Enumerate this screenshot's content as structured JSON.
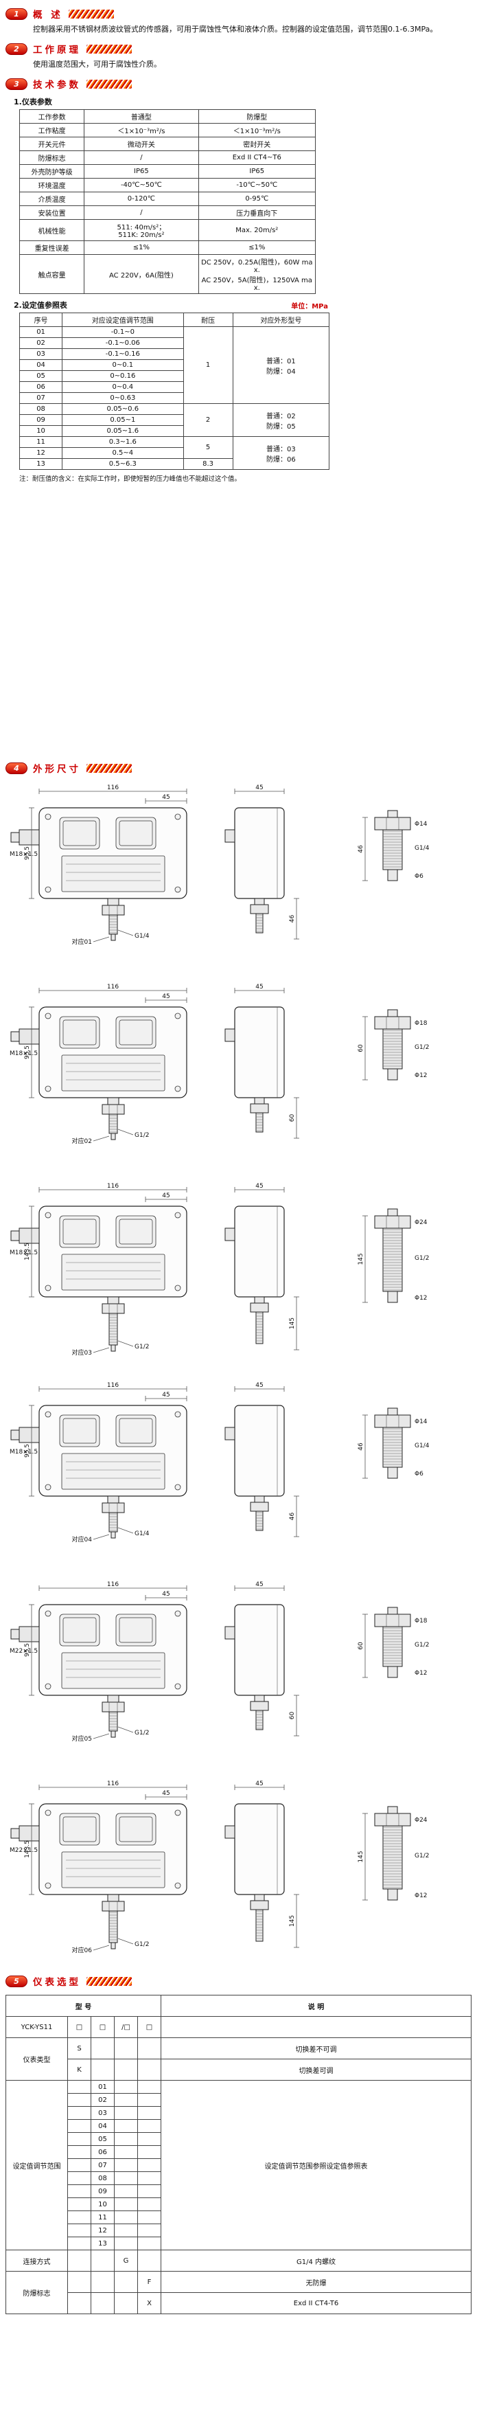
{
  "header1": {
    "num": "1",
    "title": "概  述"
  },
  "overview_text": "控制器采用不锈钢材质波纹管式的传感器，可用于腐蚀性气体和液体介质。控制器的设定值范围，调节范围0.1-6.3MPa。",
  "header2": {
    "num": "2",
    "title": "工作原理"
  },
  "principle_text": "使用温度范围大，可用于腐蚀性介质。",
  "header3": {
    "num": "3",
    "title": "技术参数"
  },
  "params": {
    "sub1": "1.仪表参数",
    "table1": {
      "headers": [
        "工作参数",
        "普通型",
        "防爆型"
      ],
      "rows": [
        [
          "工作粘度",
          "＜1×10⁻³m²/s",
          "＜1×10⁻³m²/s"
        ],
        [
          "开关元件",
          "微动开关",
          "密封开关"
        ],
        [
          "防爆标志",
          "/",
          "Exd II CT4~T6"
        ],
        [
          "外壳防护等级",
          "IP65",
          "IP65"
        ],
        [
          "环境温度",
          "-40℃~50℃",
          "-10℃~50℃"
        ],
        [
          "介质温度",
          "0-120℃",
          "0-95℃"
        ],
        [
          "安装位置",
          "/",
          "压力垂直向下"
        ],
        [
          "机械性能",
          "511: 40m/s²；\n511K: 20m/s²",
          "Max. 20m/s²"
        ],
        [
          "重复性误差",
          "≤1%",
          "≤1%"
        ],
        [
          "触点容量",
          "AC 220V，6A(阻性)",
          "DC 250V，0.25A(阻性)，60W max.\nAC 250V，5A(阻性)，1250VA max."
        ]
      ]
    },
    "sub2": "2.设定值参照表",
    "unit": "单位：MPa",
    "table2": {
      "headers": [
        "序号",
        "对应设定值调节范围",
        "耐压",
        "对应外形型号"
      ],
      "rows": [
        {
          "no": "01",
          "range": "-0.1~0"
        },
        {
          "no": "02",
          "range": "-0.1~0.06"
        },
        {
          "no": "03",
          "range": "-0.1~0.16"
        },
        {
          "no": "04",
          "range": "0~0.1"
        },
        {
          "no": "05",
          "range": "0~0.16"
        },
        {
          "no": "06",
          "range": "0~0.4"
        },
        {
          "no": "07",
          "range": "0~0.63"
        },
        {
          "no": "08",
          "range": "0.05~0.6"
        },
        {
          "no": "09",
          "range": "0.05~1"
        },
        {
          "no": "10",
          "range": "0.05~1.6"
        },
        {
          "no": "11",
          "range": "0.3~1.6"
        },
        {
          "no": "12",
          "range": "0.5~4"
        },
        {
          "no": "13",
          "range": "0.5~6.3"
        }
      ],
      "pressure_groups": [
        {
          "start": 0,
          "span": 7,
          "value": "1"
        },
        {
          "start": 7,
          "span": 3,
          "value": "2"
        },
        {
          "start": 10,
          "span": 2,
          "value": "5"
        },
        {
          "start": 12,
          "span": 1,
          "value": "8.3"
        }
      ],
      "model_groups": [
        {
          "start": 0,
          "span": 7,
          "lines": [
            "普通：01",
            "防爆：04"
          ]
        },
        {
          "start": 7,
          "span": 3,
          "lines": [
            "普通：02",
            "防爆：05"
          ]
        },
        {
          "start": 10,
          "span": 3,
          "lines": [
            "普通：03",
            "防爆：06"
          ]
        }
      ]
    },
    "note": "注：耐压值的含义：在实际工作时，即使短暂的压力峰值也不能超过这个值。"
  },
  "header4": {
    "num": "4",
    "title": "外形尺寸"
  },
  "drawings": [
    {
      "tag": "对应01",
      "width": "116",
      "depth": "45",
      "height": "95.5",
      "gland": "M18×1.5",
      "port": "G1/4",
      "hex": "Φ14",
      "tip": "Φ6",
      "stem": "46"
    },
    {
      "tag": "对应02",
      "width": "116",
      "depth": "45",
      "height": "95.5",
      "gland": "M18×1.5",
      "port": "G1/2",
      "hex": "Φ18",
      "tip": "Φ12",
      "stem": "60"
    },
    {
      "tag": "对应03",
      "width": "116",
      "depth": "45",
      "height": "143.5",
      "gland": "M18×1.5",
      "port": "G1/2",
      "hex": "Φ24",
      "tip": "Φ12",
      "stem": "145"
    },
    {
      "tag": "对应04",
      "width": "116",
      "depth": "45",
      "height": "95.5",
      "gland": "M18×1.5",
      "port": "G1/4",
      "hex": "Φ14",
      "tip": "Φ6",
      "stem": "46"
    },
    {
      "tag": "对应05",
      "width": "116",
      "depth": "45",
      "height": "95.5",
      "gland": "M22×1.5",
      "port": "G1/2",
      "hex": "Φ18",
      "tip": "Φ12",
      "stem": "60"
    },
    {
      "tag": "对应06",
      "width": "116",
      "depth": "45",
      "height": "143.5",
      "gland": "M22×1.5",
      "port": "G1/2",
      "hex": "Φ24",
      "tip": "Φ12",
      "stem": "145"
    }
  ],
  "header5": {
    "num": "5",
    "title": "仪表选型"
  },
  "selection": {
    "col_model": "型  号",
    "col_desc": "说  明",
    "model": "YCK-YS11",
    "boxes": [
      "□",
      "□",
      "/□",
      "□"
    ],
    "rows_type": {
      "label": "仪表类型",
      "options": [
        [
          "S",
          "切换差不可调"
        ],
        [
          "K",
          "切换差可调"
        ]
      ]
    },
    "rows_range": {
      "label": "设定值调节范围",
      "codes": [
        "01",
        "02",
        "03",
        "04",
        "05",
        "06",
        "07",
        "08",
        "09",
        "10",
        "11",
        "12",
        "13"
      ],
      "desc": "设定值调节范围参照设定值参照表"
    },
    "rows_conn": {
      "label": "连接方式",
      "options": [
        [
          "G",
          "G1/4 内螺纹"
        ]
      ]
    },
    "rows_ex": {
      "label": "防爆标志",
      "options": [
        [
          "F",
          "无防爆"
        ],
        [
          "X",
          "Exd II CT4-T6"
        ]
      ]
    }
  }
}
